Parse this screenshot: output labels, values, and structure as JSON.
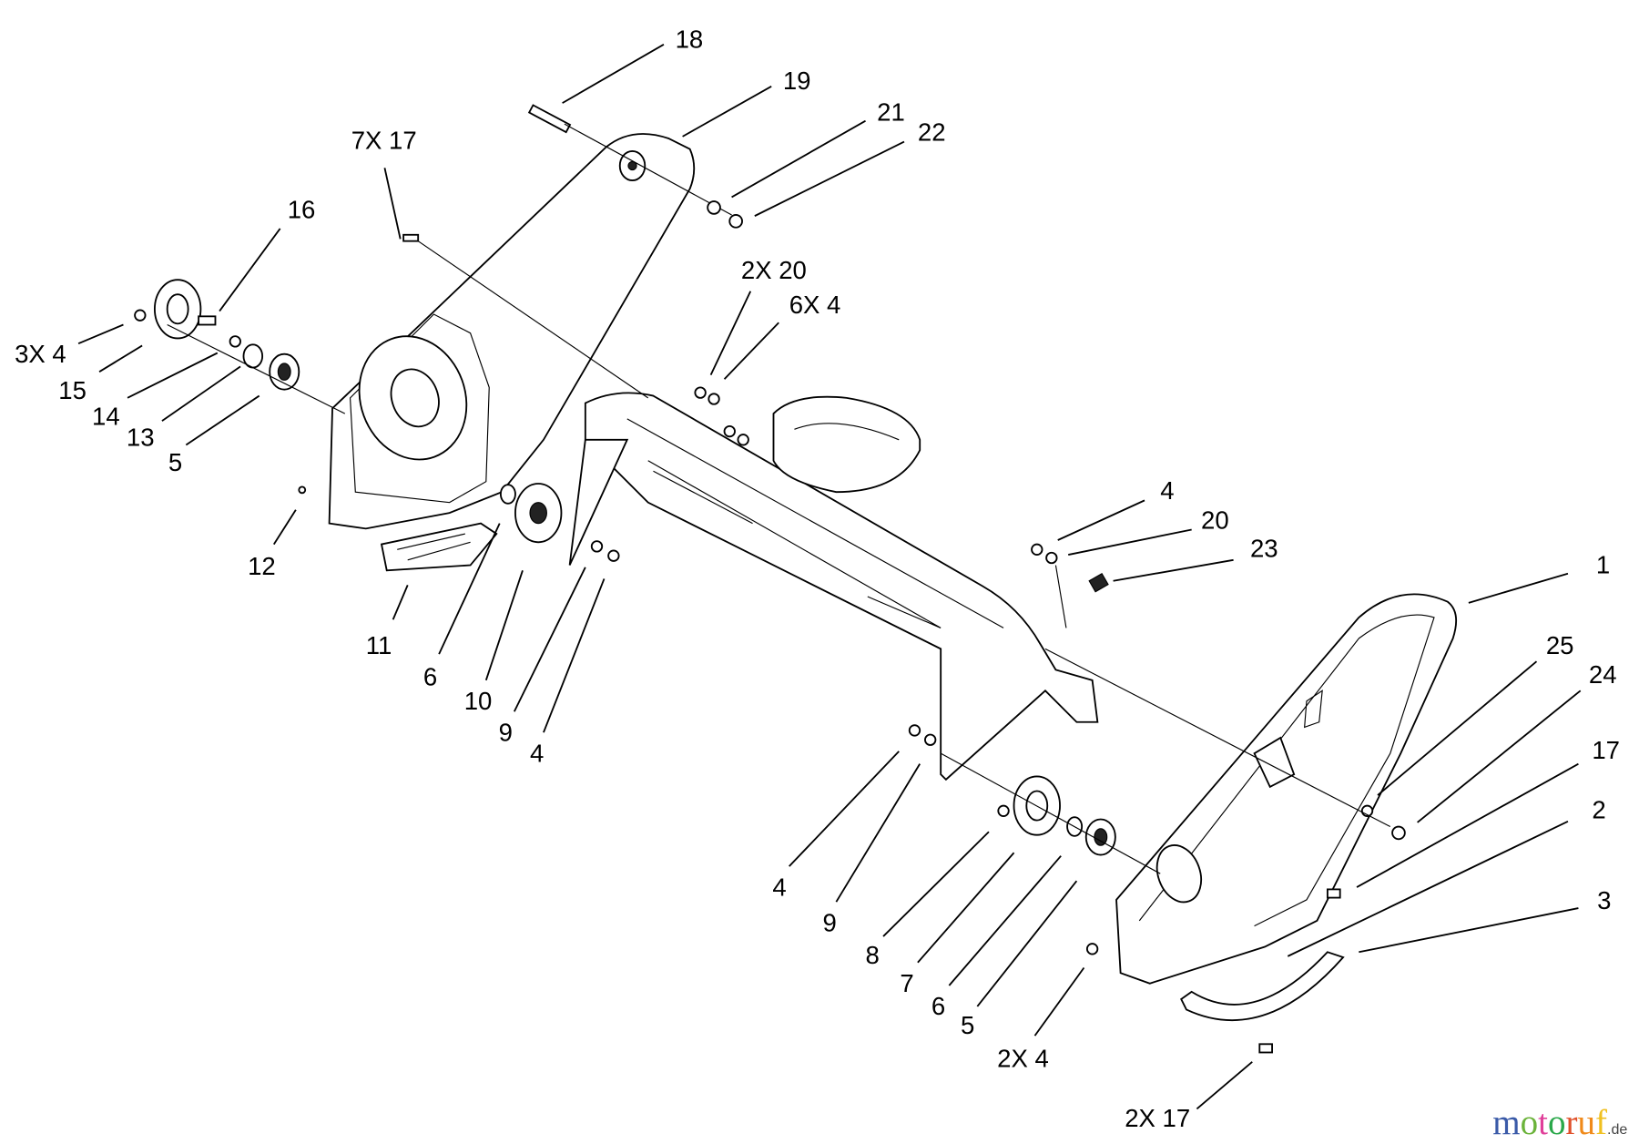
{
  "labels": {
    "l18": "18",
    "l19": "19",
    "l21": "21",
    "l22": "22",
    "l7x17": "7X 17",
    "l16": "16",
    "l3x4": "3X 4",
    "l15": "15",
    "l14": "14",
    "l13": "13",
    "l5a": "5",
    "l2x20": "2X 20",
    "l6x4": "6X 4",
    "l12": "12",
    "l11": "11",
    "l6a": "6",
    "l10": "10",
    "l9a": "9",
    "l4a": "4",
    "l4b": "4",
    "l20": "20",
    "l23": "23",
    "l1": "1",
    "l25": "25",
    "l24": "24",
    "l17": "17",
    "l2": "2",
    "l3": "3",
    "l4c": "4",
    "l9b": "9",
    "l8": "8",
    "l7": "7",
    "l6b": "6",
    "l5b": "5",
    "l2x4": "2X 4",
    "l2x17": "2X 17"
  },
  "watermark": {
    "letters": [
      "m",
      "o",
      "t",
      "o",
      "r",
      "u",
      "f"
    ],
    "colors": [
      "#3a5aa8",
      "#3a5aa8",
      "#6bb33a",
      "#e0409a",
      "#2aa84a",
      "#e0502a",
      "#f08a1a",
      "#f0c020"
    ],
    "suffix": ".de"
  }
}
